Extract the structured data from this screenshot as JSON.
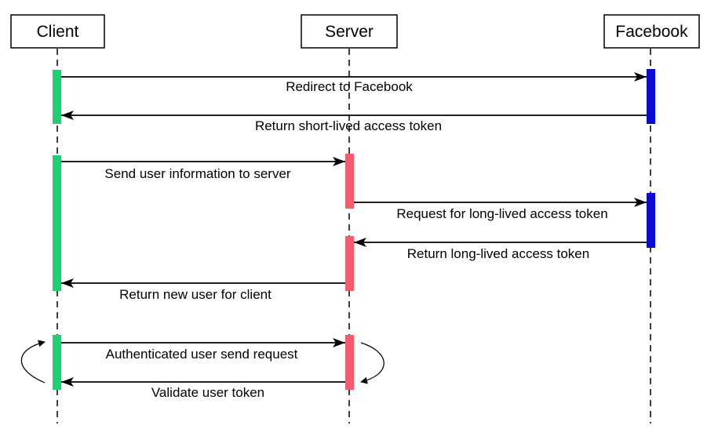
{
  "actors": [
    {
      "label": "Client",
      "activation_color": "#1ed070"
    },
    {
      "label": "Server",
      "activation_color": "#f25c6d"
    },
    {
      "label": "Facebook",
      "activation_color": "#0a0ad0"
    }
  ],
  "messages": [
    {
      "label": "Redirect to Facebook",
      "from": "Client",
      "to": "Facebook"
    },
    {
      "label": "Return short-lived access token",
      "from": "Facebook",
      "to": "Client"
    },
    {
      "label": "Send user information to server",
      "from": "Client",
      "to": "Server"
    },
    {
      "label": "Request for long-lived access token",
      "from": "Server",
      "to": "Facebook"
    },
    {
      "label": "Return long-lived access token",
      "from": "Facebook",
      "to": "Server"
    },
    {
      "label": "Return new user for client",
      "from": "Server",
      "to": "Client"
    },
    {
      "label": "Authenticated user send request",
      "from": "Client",
      "to": "Server"
    },
    {
      "label": "Validate user token",
      "from": "Server",
      "to": "Client"
    }
  ],
  "colors": {
    "line": "#000000",
    "client_activation": "#1ed070",
    "server_activation": "#f25c6d",
    "facebook_activation": "#0a0ad0"
  }
}
